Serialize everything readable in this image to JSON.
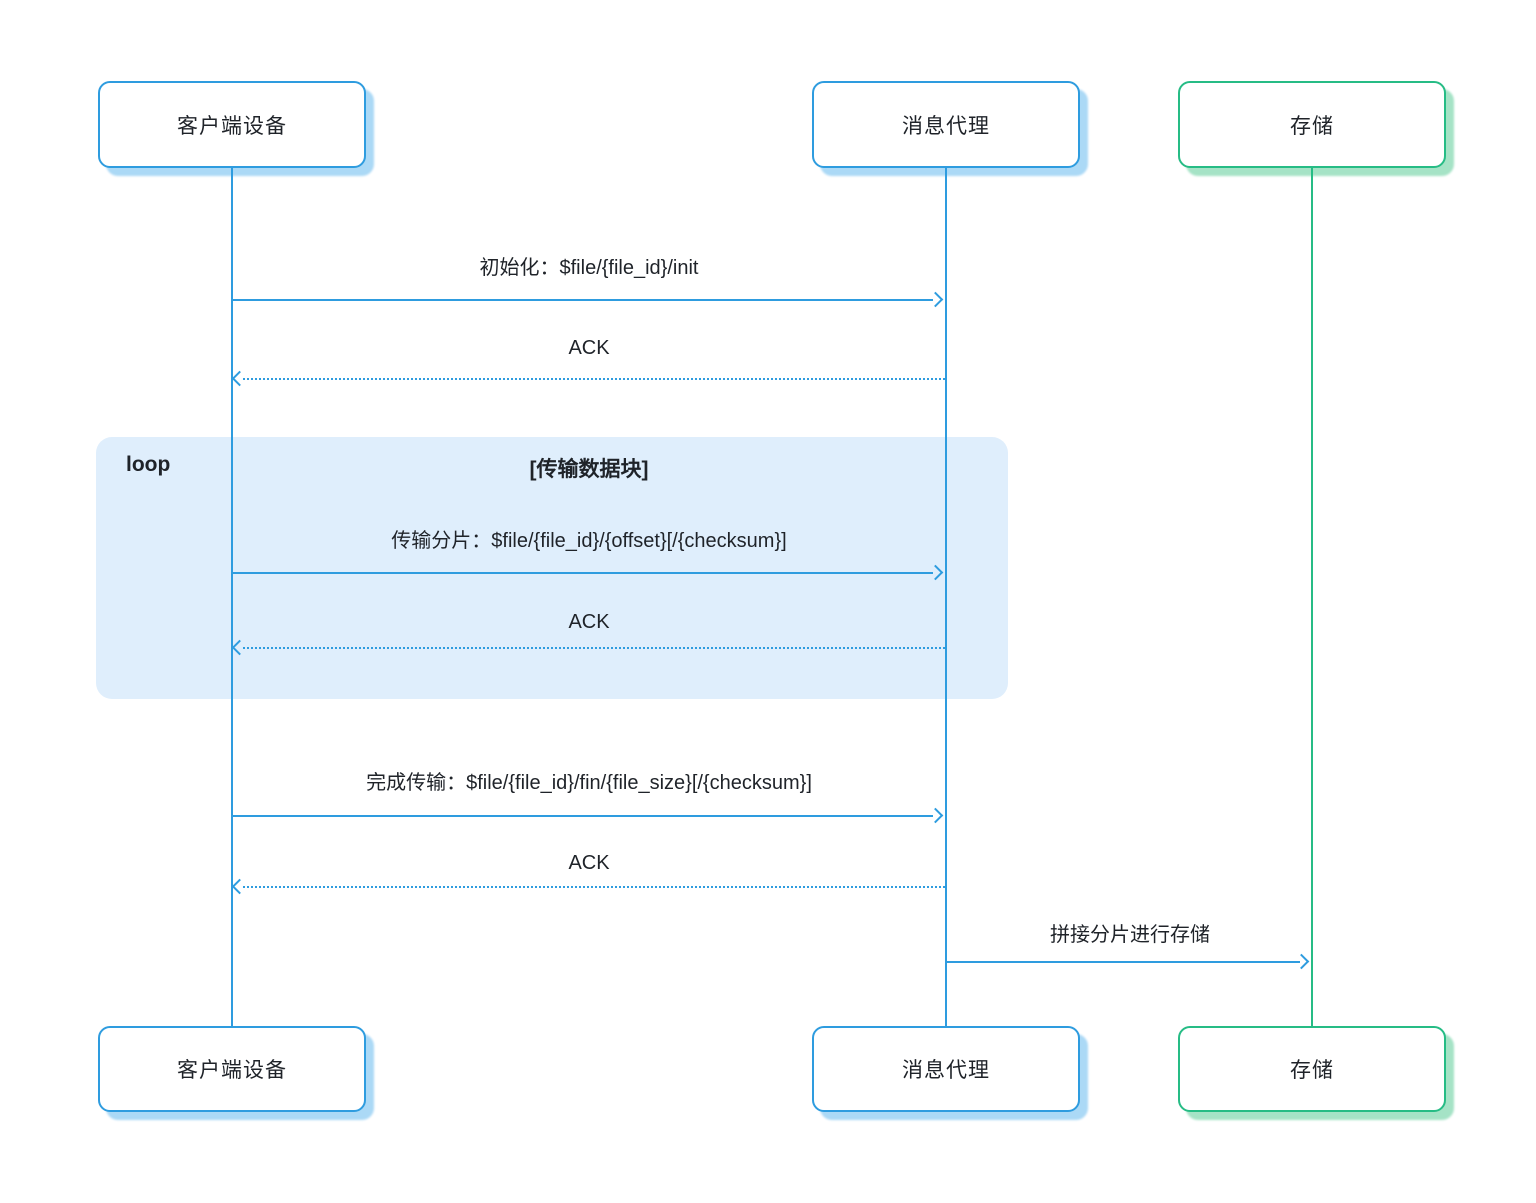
{
  "actors": {
    "client": {
      "label": "客户端设备"
    },
    "broker": {
      "label": "消息代理"
    },
    "storage": {
      "label": "存储"
    }
  },
  "loop_block": {
    "label": "loop",
    "title": "[传输数据块]"
  },
  "messages": {
    "init": {
      "label": "初始化：$file/{file_id}/init",
      "from": "客户端设备",
      "to": "消息代理",
      "line": "solid"
    },
    "init_ack": {
      "label": "ACK",
      "from": "消息代理",
      "to": "客户端设备",
      "line": "dotted"
    },
    "chunk": {
      "label": "传输分片：$file/{file_id}/{offset}[/{checksum}]",
      "from": "客户端设备",
      "to": "消息代理",
      "line": "solid"
    },
    "chunk_ack": {
      "label": "ACK",
      "from": "消息代理",
      "to": "客户端设备",
      "line": "dotted"
    },
    "fin": {
      "label": "完成传输：$file/{file_id}/fin/{file_size}[/{checksum}]",
      "from": "客户端设备",
      "to": "消息代理",
      "line": "solid"
    },
    "fin_ack": {
      "label": "ACK",
      "from": "消息代理",
      "to": "客户端设备",
      "line": "dotted"
    },
    "store": {
      "label": "拼接分片进行存储",
      "from": "消息代理",
      "to": "存储",
      "line": "solid"
    }
  },
  "colors": {
    "blue": "#2E9CDF",
    "blue_shadow": "#ABD9F6",
    "green": "#26BC85",
    "green_shadow": "#A5E3C6",
    "loop_background": "#DFEEFC",
    "text": "#1F2329"
  }
}
